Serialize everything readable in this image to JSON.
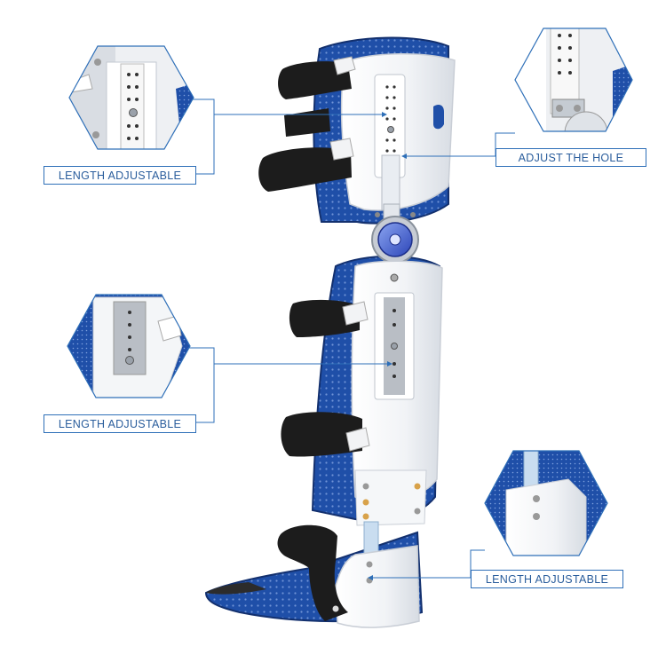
{
  "callouts": [
    {
      "id": "thigh-length",
      "label": "LENGTH ADJUSTABLE"
    },
    {
      "id": "adjust-hole",
      "label": "ADJUST THE HOLE"
    },
    {
      "id": "shin-length",
      "label": "LENGTH ADJUSTABLE"
    },
    {
      "id": "ankle-length",
      "label": "LENGTH ADJUSTABLE"
    }
  ],
  "colors": {
    "accent_line": "#2e6fb8",
    "label_text": "#2a5d9c",
    "liner_blue": "#1f4fa8",
    "shell_white": "#f4f6f8",
    "strap_black": "#1c1c1c",
    "hinge_dial": "#3b57c9"
  }
}
